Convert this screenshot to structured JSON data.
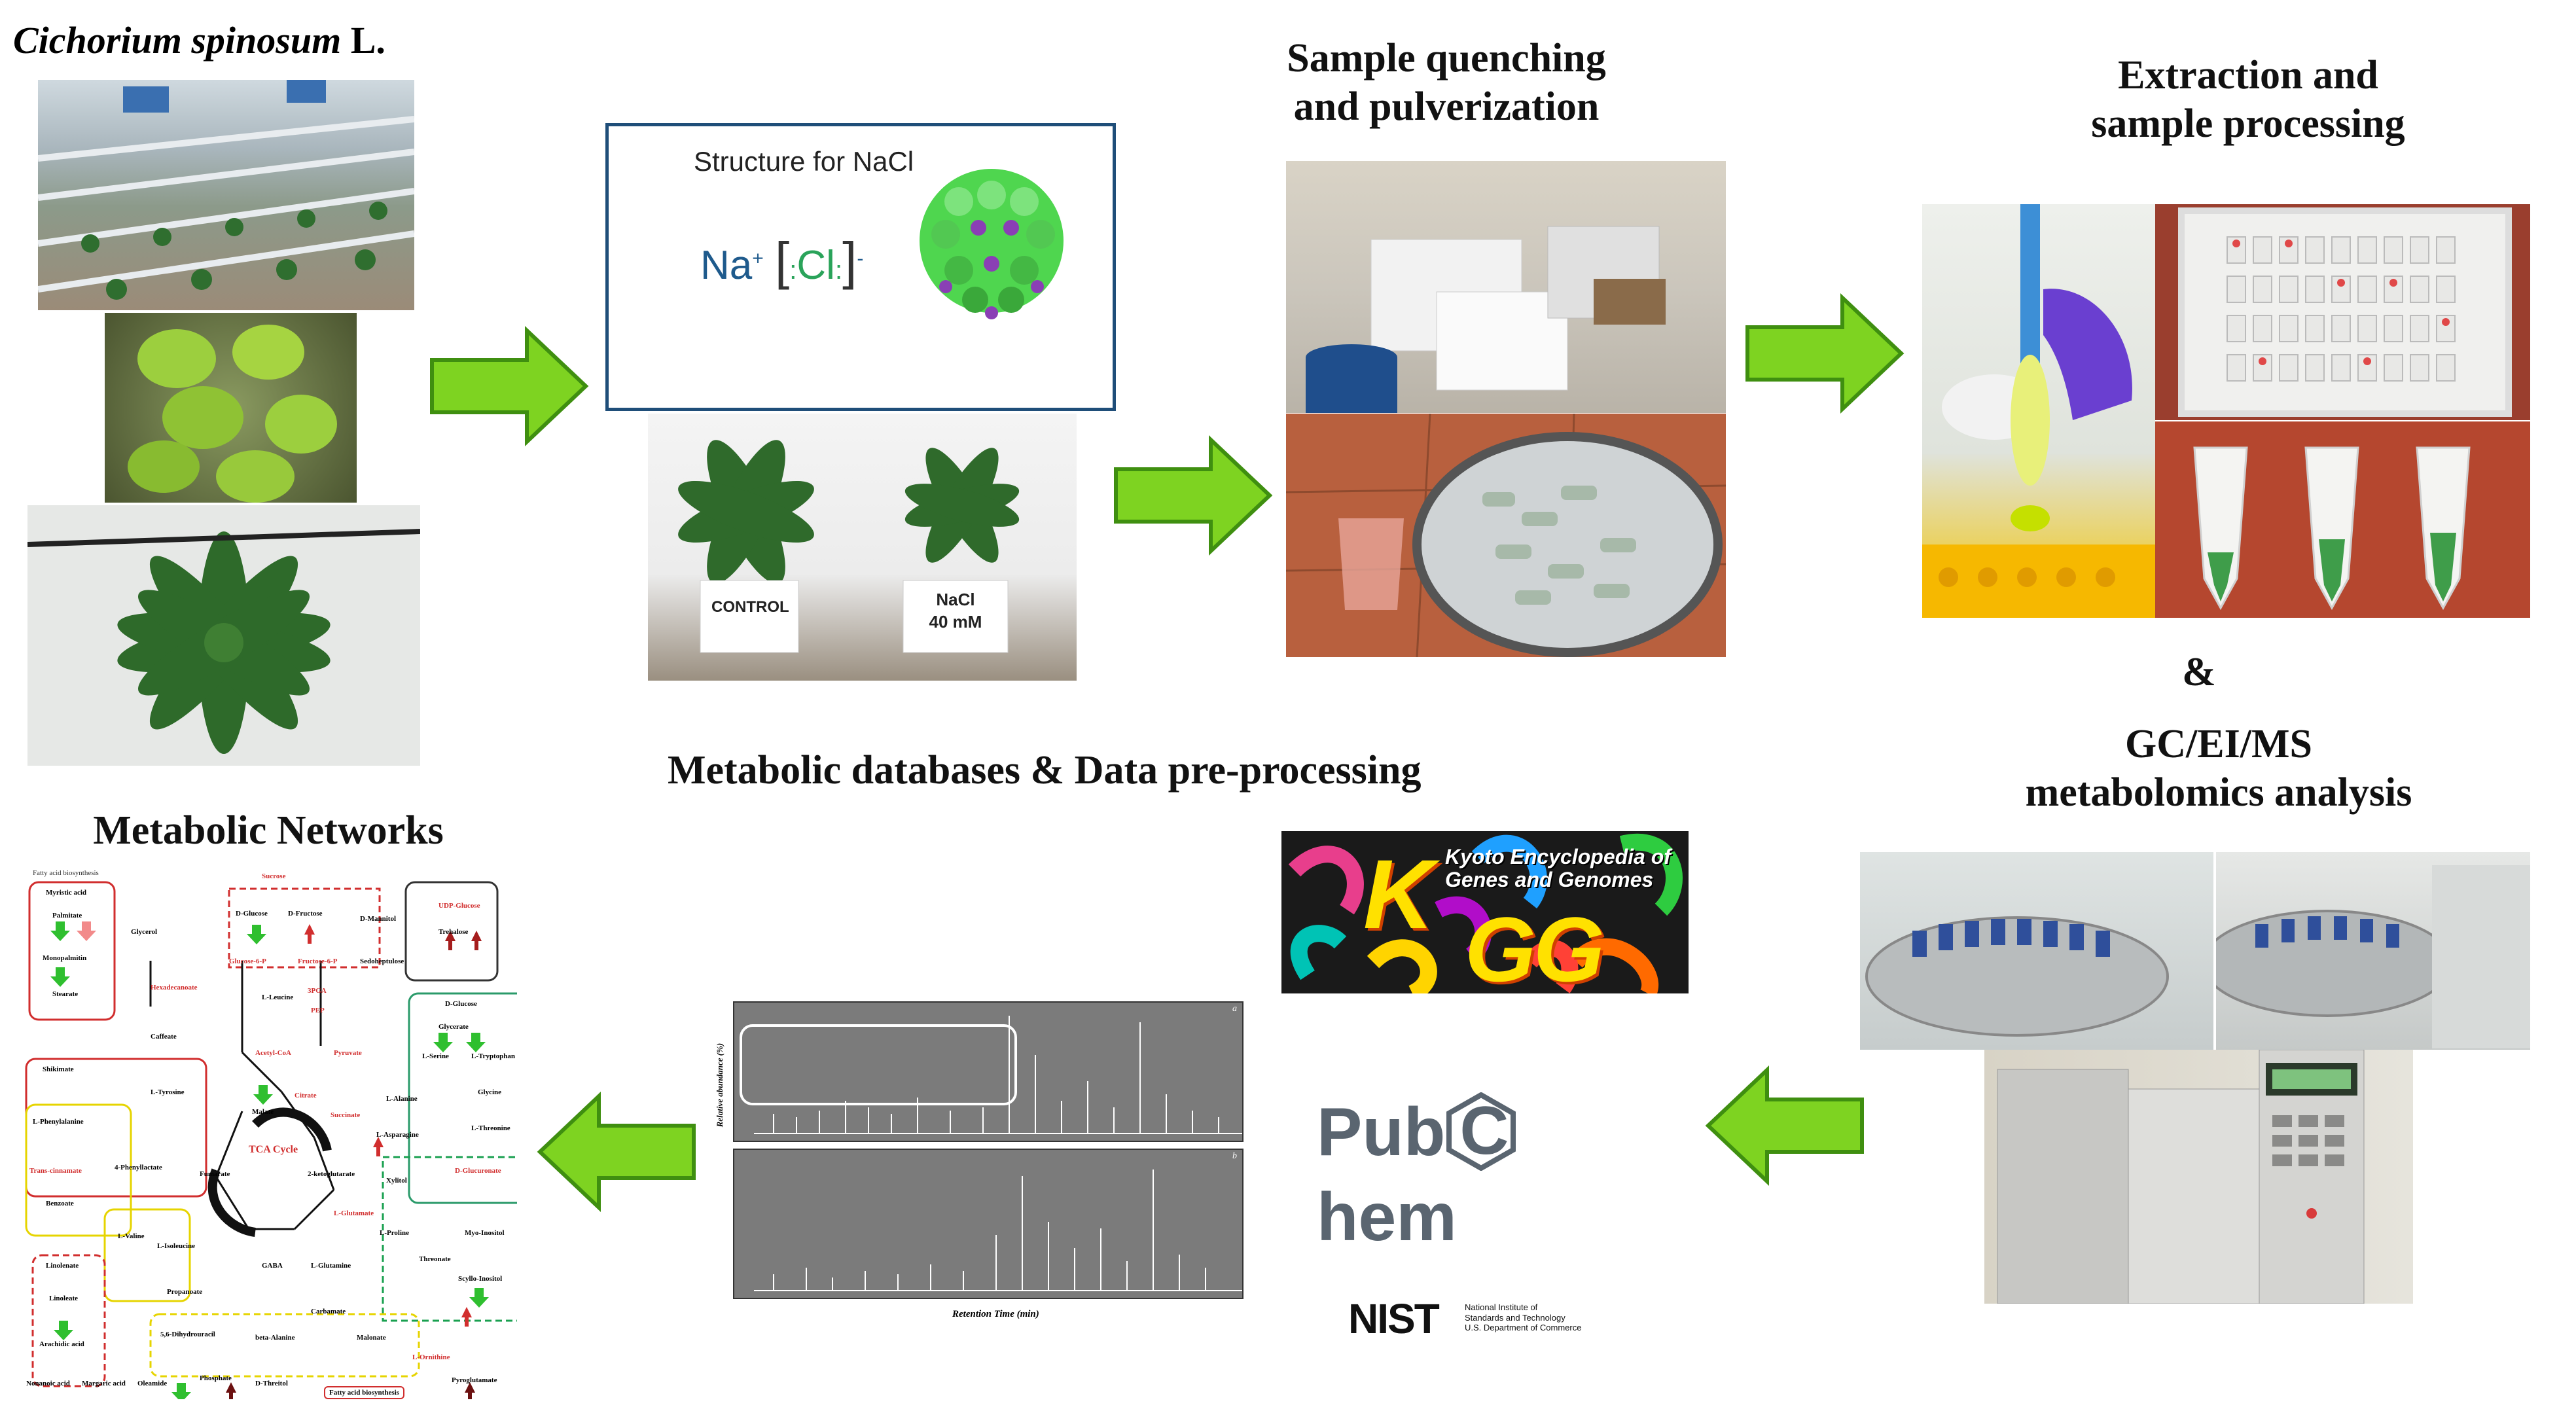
{
  "titles": {
    "species_genus": "Cichorium spinosum",
    "species_author": " L.",
    "quenching": [
      "Sample quenching",
      "and pulverization"
    ],
    "extraction": [
      "Extraction and",
      "sample processing"
    ],
    "ampersand": "&",
    "gcms": [
      "GC/EI/MS",
      "metabolomics analysis"
    ],
    "databases": "Metabolic databases & Data pre-processing",
    "networks": "Metabolic Networks"
  },
  "nacl_box": {
    "title": "Structure for NaCl",
    "na": "Na",
    "plus": "+",
    "cl": "Cl",
    "minus": "-"
  },
  "plant_labels": {
    "control": "CONTROL",
    "nacl_line1": "NaCl",
    "nacl_line2": "40 mM"
  },
  "logos": {
    "kegg_k": "K",
    "kegg_text_1": "Kyoto Encyclopedia of",
    "kegg_text_2": "Genes and Genomes",
    "kegg_gg": "GG",
    "pubchem_left": "Pub",
    "pubchem_c": "C",
    "pubchem_right": "hem",
    "nist": "NIST",
    "nist_sub_1": "National Institute of",
    "nist_sub_2": "Standards and Technology",
    "nist_sub_3": "U.S. Department of Commerce"
  },
  "chromatogram": {
    "xlabel": "Retention Time (min)",
    "ylabel": "Relative abundance (%)",
    "panel_a": "a",
    "panel_b": "b"
  },
  "network": {
    "tca": "TCA Cycle",
    "nodes": [
      "Fatty acid biosynthesis",
      "Myristic acid",
      "Palmitate",
      "Monopalmitin",
      "Stearate",
      "Glycerol",
      "Sucrose",
      "D-Glucose",
      "D-Fructose",
      "Glucose-6-P",
      "Fructose-6-P",
      "D-Mannitol",
      "Sedoheptulose",
      "3PGA",
      "PEP",
      "Pyruvate",
      "Acetyl-CoA",
      "Citrate",
      "Succinate",
      "Malate",
      "Fumarate",
      "2-ketoglutarate",
      "L-Glutamate",
      "L-Glutamine",
      "GABA",
      "L-Serine",
      "L-Tryptophan",
      "Glycine",
      "L-Alanine",
      "L-Threonine",
      "L-Asparagine",
      "L-Leucine",
      "Caffeate",
      "Shikimate",
      "L-Tyrosine",
      "L-Phenylalanine",
      "Trans-cinnamate",
      "Benzoate",
      "4-Phenyllactate",
      "L-Valine",
      "L-Isoleucine",
      "L-Proline",
      "Xylitol",
      "D-Glucuronate",
      "Myo-Inositol",
      "Threonate",
      "Scyllo-Inositol",
      "Trehalose",
      "UDP-Glucose",
      "D-Glucose",
      "Glycerate",
      "Hexadecanoate",
      "Linolenate",
      "Linoleate",
      "Arachidic acid",
      "Propanoate",
      "Carbamate",
      "Malonate",
      "beta-Alanine",
      "5,6-Dihydrouracil",
      "Phosphate",
      "D-Threitol",
      "L-Ornithine",
      "Pyroglutamate",
      "Nonanoic acid",
      "Margaric acid",
      "Oleamide",
      "Fatty acid biosynthesis"
    ]
  },
  "colors": {
    "arrow_fill": "#7ed321",
    "arrow_stroke": "#3f8f10",
    "nacl_border": "#1f4e79",
    "kegg_bg": "#1a1a1a",
    "pubchem_gray": "#5a6570",
    "chrom_bg": "#7b7b7b"
  }
}
